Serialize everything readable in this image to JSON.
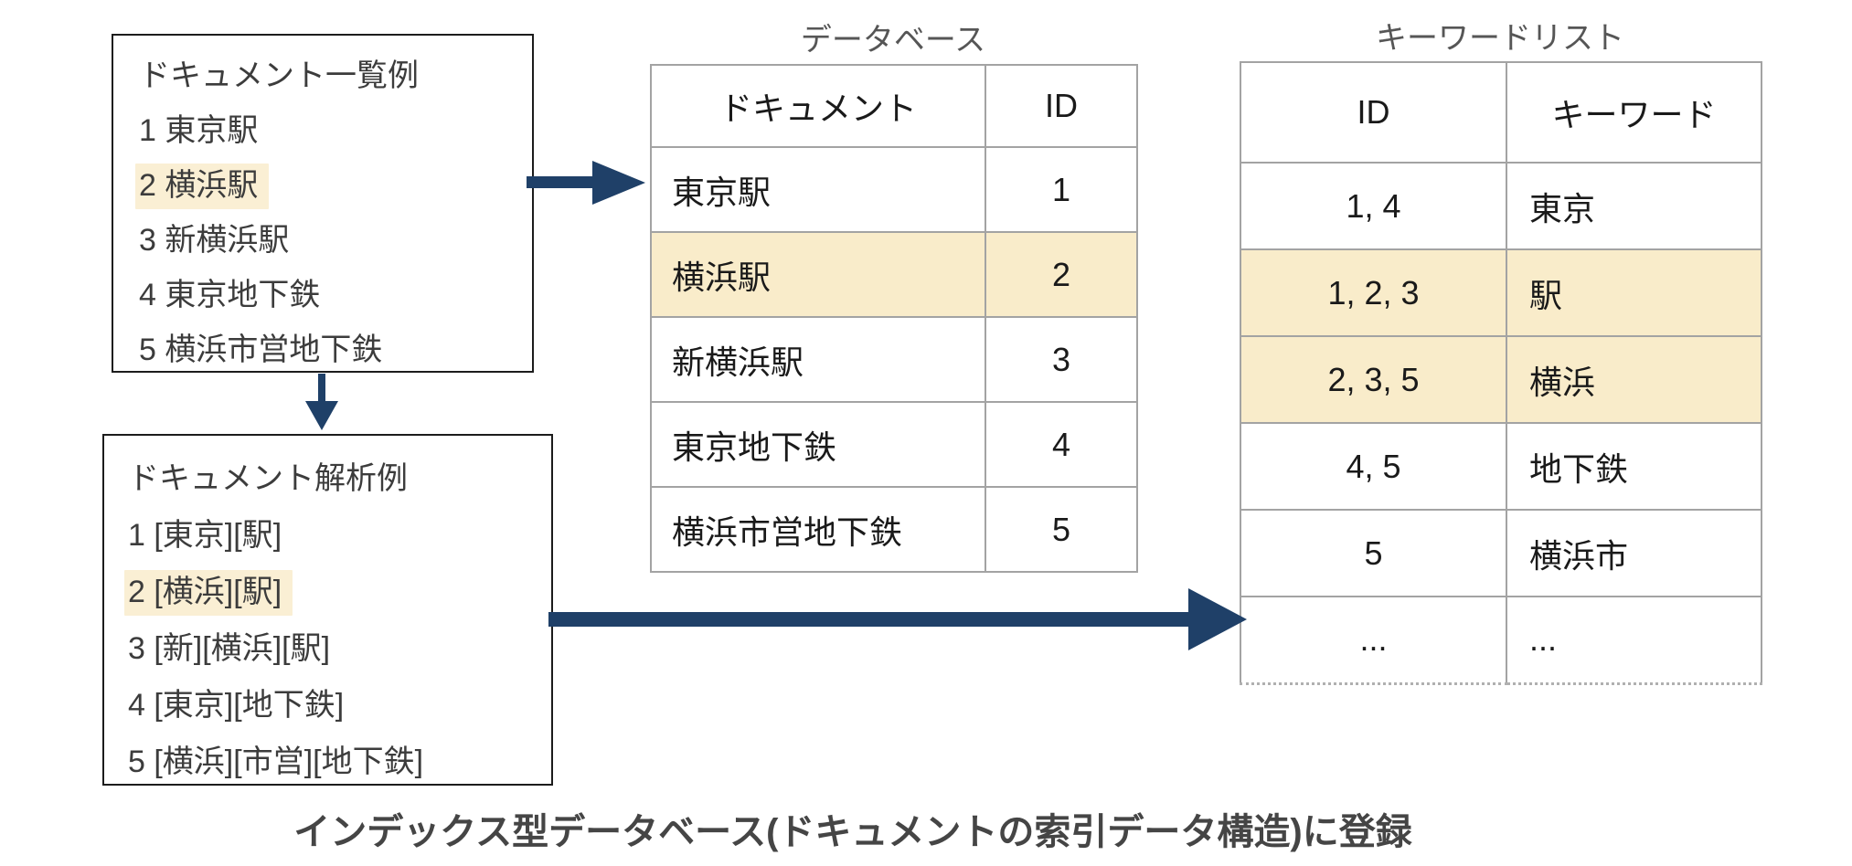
{
  "doc_list_box": {
    "title": "ドキュメント一覧例",
    "items": [
      {
        "text": "1 東京駅",
        "highlighted": false
      },
      {
        "text": "2 横浜駅",
        "highlighted": true
      },
      {
        "text": "3 新横浜駅",
        "highlighted": false
      },
      {
        "text": "4 東京地下鉄",
        "highlighted": false
      },
      {
        "text": "5 横浜市営地下鉄",
        "highlighted": false
      }
    ]
  },
  "doc_parse_box": {
    "title": "ドキュメント解析例",
    "items": [
      {
        "text": "1 [東京][駅]",
        "highlighted": false
      },
      {
        "text": "2 [横浜][駅]",
        "highlighted": true
      },
      {
        "text": "3 [新][横浜][駅]",
        "highlighted": false
      },
      {
        "text": "4 [東京][地下鉄]",
        "highlighted": false
      },
      {
        "text": "5 [横浜][市営][地下鉄]",
        "highlighted": false
      }
    ]
  },
  "database_table": {
    "title": "データベース",
    "headers": {
      "document": "ドキュメント",
      "id": "ID"
    },
    "rows": [
      {
        "document": "東京駅",
        "id": "1",
        "highlighted": false
      },
      {
        "document": "横浜駅",
        "id": "2",
        "highlighted": true
      },
      {
        "document": "新横浜駅",
        "id": "3",
        "highlighted": false
      },
      {
        "document": "東京地下鉄",
        "id": "4",
        "highlighted": false
      },
      {
        "document": "横浜市営地下鉄",
        "id": "5",
        "highlighted": false
      }
    ]
  },
  "keyword_table": {
    "title": "キーワードリスト",
    "headers": {
      "ids": "ID",
      "keyword": "キーワード"
    },
    "rows": [
      {
        "ids": "1, 4",
        "keyword": "東京",
        "highlighted": false
      },
      {
        "ids": "1, 2, 3",
        "keyword": "駅",
        "highlighted": true
      },
      {
        "ids": "2, 3, 5",
        "keyword": "横浜",
        "highlighted": true
      },
      {
        "ids": "4, 5",
        "keyword": "地下鉄",
        "highlighted": false
      },
      {
        "ids": "5",
        "keyword": "横浜市",
        "highlighted": false
      },
      {
        "ids": "...",
        "keyword": "...",
        "highlighted": false
      }
    ]
  },
  "caption": "インデックス型データベース(ドキュメントの索引データ構造)に登録",
  "colors": {
    "arrow": "#1f4068",
    "list_highlight": "#faefd4",
    "row_highlight": "#f9ecca",
    "table_border": "#a3a3a3",
    "box_border": "#1c1c1c"
  }
}
